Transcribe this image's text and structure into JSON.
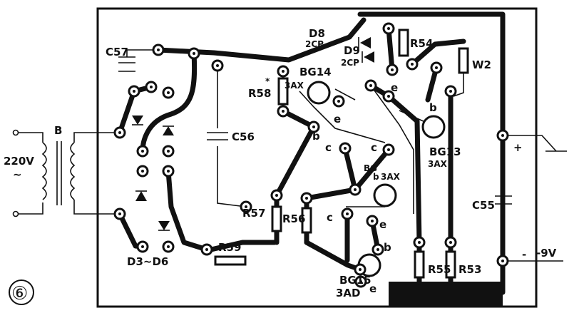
{
  "figure_number": "⑥",
  "transformer": {
    "label": "B",
    "voltage": "220V",
    "ac_symbol": "~"
  },
  "diodes": {
    "bridge_label": "D3~D6",
    "d8": {
      "label": "D8",
      "type": "2CP"
    },
    "d9": {
      "label": "D9",
      "type": "2CP"
    }
  },
  "capacitors": {
    "c57": "C57",
    "c56": "C56",
    "c55": "C55"
  },
  "resistors": {
    "r58": "R58",
    "r58_mark": "*",
    "r57": "R57",
    "r56": "R56",
    "r59": "R59",
    "r54": "R54",
    "r55": "R55",
    "r53": "R53",
    "w2": "W2"
  },
  "transistors": {
    "bg14": {
      "label": "BG14",
      "type": "3AX"
    },
    "bg13": {
      "label": "BG13",
      "type": "3AX"
    },
    "bg_mid": {
      "label": "BG",
      "type": "3AX"
    },
    "bg15": {
      "label": "BG15",
      "type": "3AD"
    }
  },
  "pins": {
    "b": "b",
    "c": "c",
    "e": "e"
  },
  "output": {
    "plus": "+",
    "minus": "-",
    "voltage": "-9V"
  }
}
